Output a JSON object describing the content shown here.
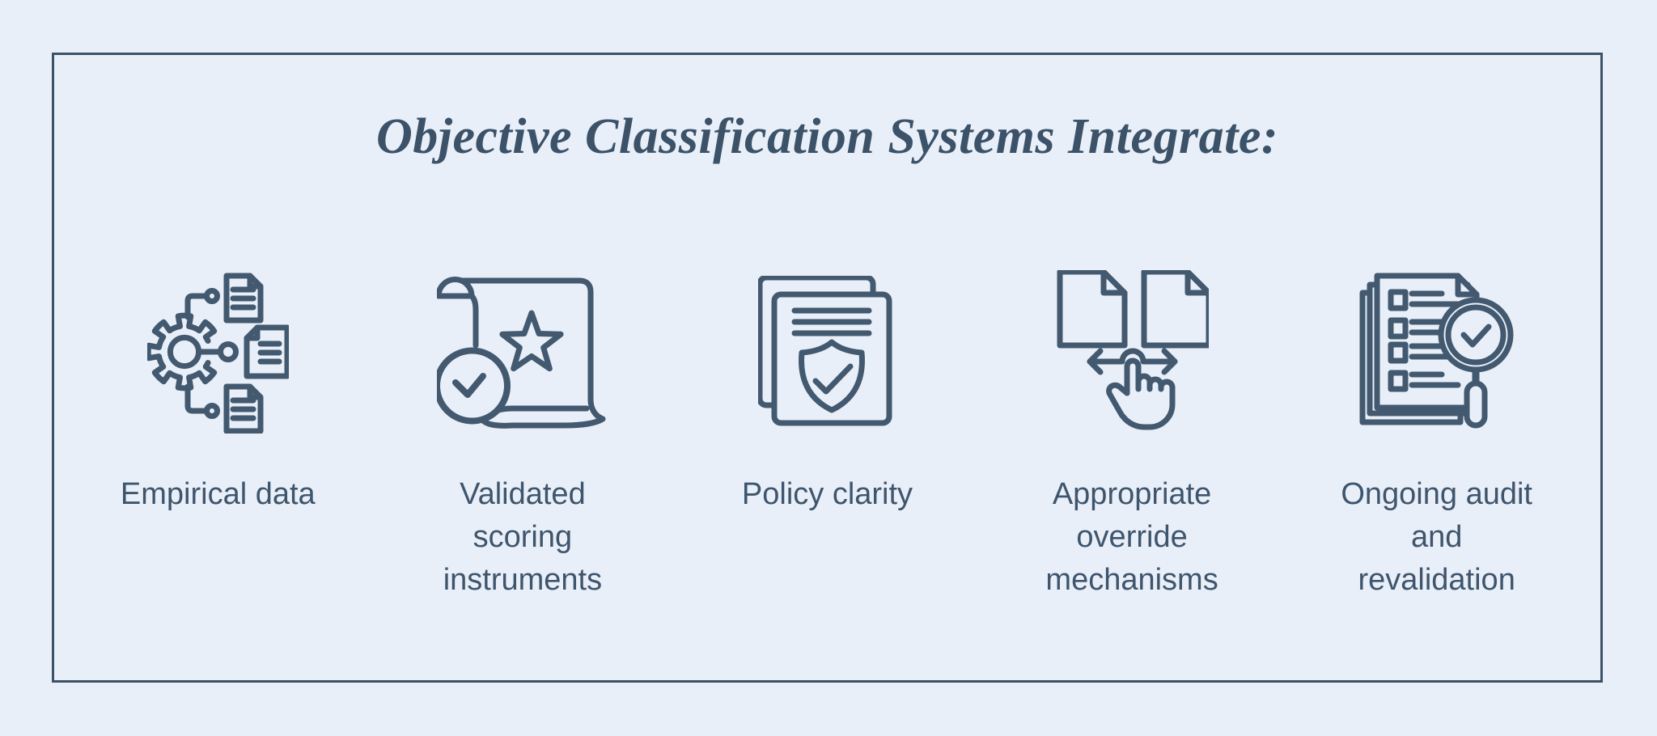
{
  "panel": {
    "title": "Objective Classification Systems Integrate:"
  },
  "items": [
    {
      "icon": "gear-documents-icon",
      "label": [
        "Empirical data"
      ]
    },
    {
      "icon": "scroll-star-check-icon",
      "label": [
        "Validated",
        "scoring",
        "instruments"
      ]
    },
    {
      "icon": "document-shield-check-icon",
      "label": [
        "Policy clarity"
      ]
    },
    {
      "icon": "documents-swap-hand-icon",
      "label": [
        "Appropriate",
        "override",
        "mechanisms"
      ]
    },
    {
      "icon": "checklist-magnifier-icon",
      "label": [
        "Ongoing audit",
        "and",
        "revalidation"
      ]
    }
  ],
  "colors": {
    "background": "#e9eff8",
    "border": "#3d5269",
    "title-color": "#3b5269",
    "label-color": "#3e556d",
    "icon-stroke": "#42596f"
  }
}
